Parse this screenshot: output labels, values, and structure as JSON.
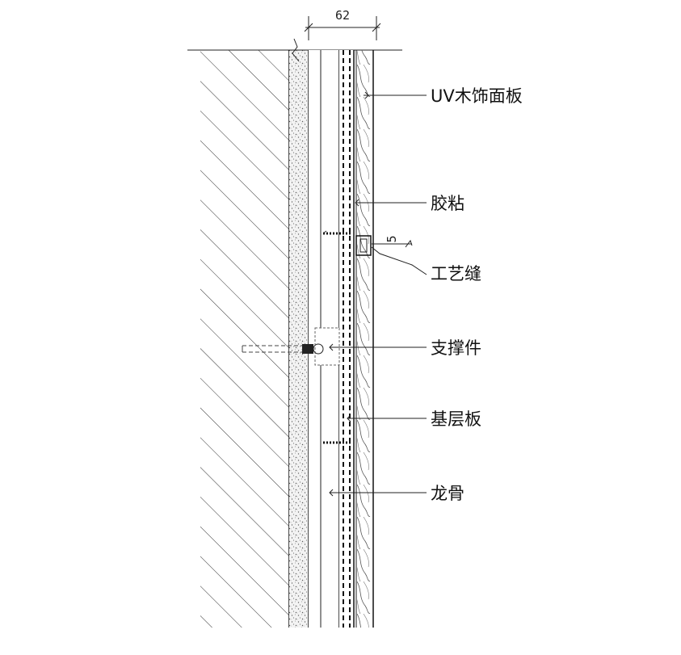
{
  "dimensions": {
    "overall_width": "62",
    "joint_width": "5"
  },
  "labels": [
    {
      "id": "uv-panel",
      "text": "UV木饰面板"
    },
    {
      "id": "glue",
      "text": "胶粘"
    },
    {
      "id": "joint",
      "text": "工艺缝"
    },
    {
      "id": "support",
      "text": "支撑件"
    },
    {
      "id": "base-board",
      "text": "基层板"
    },
    {
      "id": "keel",
      "text": "龙骨"
    }
  ]
}
